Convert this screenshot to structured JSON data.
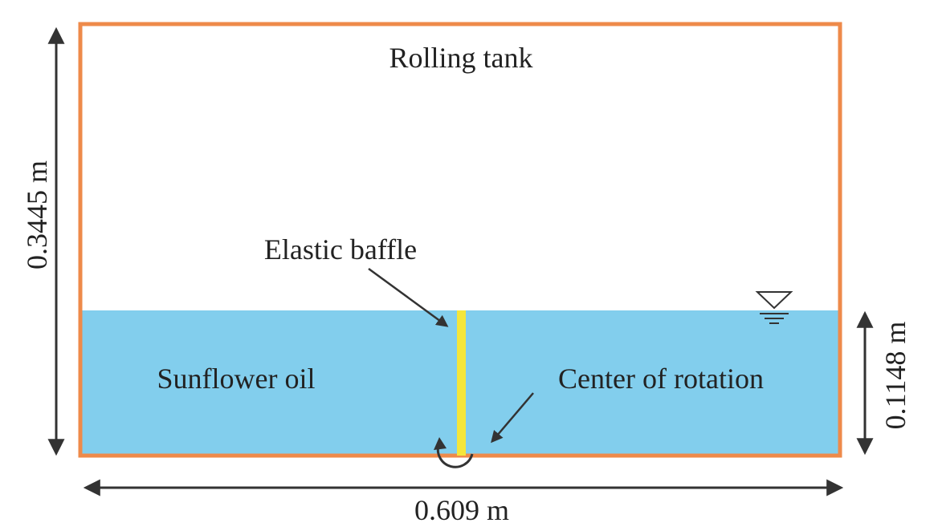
{
  "title": "Rolling tank",
  "labels": {
    "liquid": "Sunflower oil",
    "baffle": "Elastic baffle",
    "rotation_center": "Center of rotation"
  },
  "dimensions": {
    "tank_height": "0.3445 m",
    "liquid_depth": "0.1148 m",
    "tank_width": "0.609 m"
  },
  "colors": {
    "tank_wall": "#ee8a4a",
    "liquid": "#82ceed",
    "baffle": "#f5e63a",
    "text": "#222222",
    "arrow": "#333333"
  },
  "icons": {
    "free_surface": "water-level-triangle-icon",
    "rotation": "rotation-arrow-icon"
  }
}
